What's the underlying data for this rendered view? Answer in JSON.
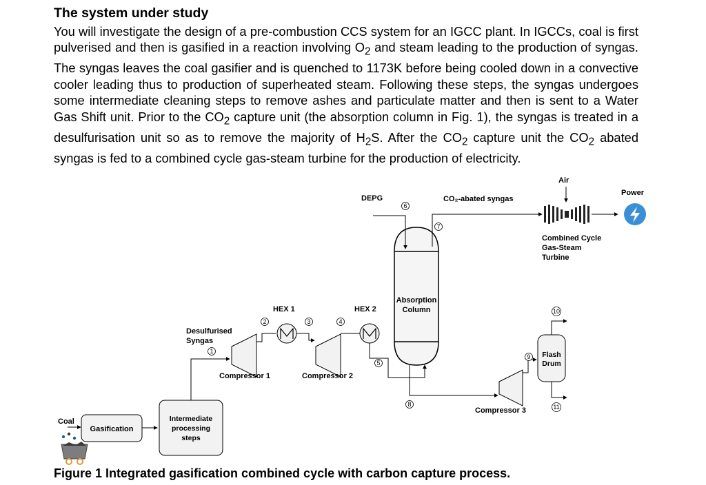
{
  "document": {
    "heading": "The system under study",
    "body_html": "You will investigate the design of a pre-combustion CCS system for an IGCC plant. In IGCCs, coal is first pulverised and then is gasified in a reaction involving O<sub>2</sub> and steam leading to the production of syngas. The syngas leaves the coal gasifier and is quenched to 1173K before being cooled down in a convective cooler leading thus to production of superheated steam. Following these steps, the syngas undergoes some intermediate cleaning steps to remove ashes and particulate matter and then is sent to a Water Gas Shift unit. Prior to the CO<sub>2</sub> capture unit (the absorption column in Fig. 1), the syngas is treated in a desulfurisation unit so as to remove the majority of H<sub>2</sub>S. After the CO<sub>2</sub> capture unit the CO<sub>2</sub> abated syngas is fed to a combined cycle gas-steam turbine for the production of electricity.",
    "caption": "Figure 1 Integrated gasification combined cycle with carbon capture process."
  },
  "diagram": {
    "coal": "Coal",
    "gasification": "Gasification",
    "intermediate": [
      "Intermediate",
      "processing",
      "steps"
    ],
    "desulfurised": [
      "Desulfurised",
      "Syngas"
    ],
    "compressor1": "Compressor 1",
    "compressor2": "Compressor 2",
    "compressor3": "Compressor 3",
    "hex1": "HEX 1",
    "hex2": "HEX 2",
    "depg": "DEPG",
    "absorption": [
      "Absorption",
      "Column"
    ],
    "co2_abated": "CO₂-abated syngas",
    "air": "Air",
    "power": "Power",
    "turbine": [
      "Combined Cycle",
      "Gas-Steam",
      "Turbine"
    ],
    "flash": [
      "Flash",
      "Drum"
    ],
    "streams": {
      "s1": "1",
      "s2": "2",
      "s3": "3",
      "s4": "4",
      "s5": "5",
      "s6": "6",
      "s7": "7",
      "s8": "8",
      "s9": "9",
      "s10": "10",
      "s11": "11"
    },
    "colors": {
      "power_icon": "#3b8fd6",
      "box_fill": "#f2f2f2",
      "vessel_fill": "#f5f5f5"
    },
    "icons": {
      "power": "lightning-icon",
      "coal": "coal-cart-icon"
    }
  }
}
